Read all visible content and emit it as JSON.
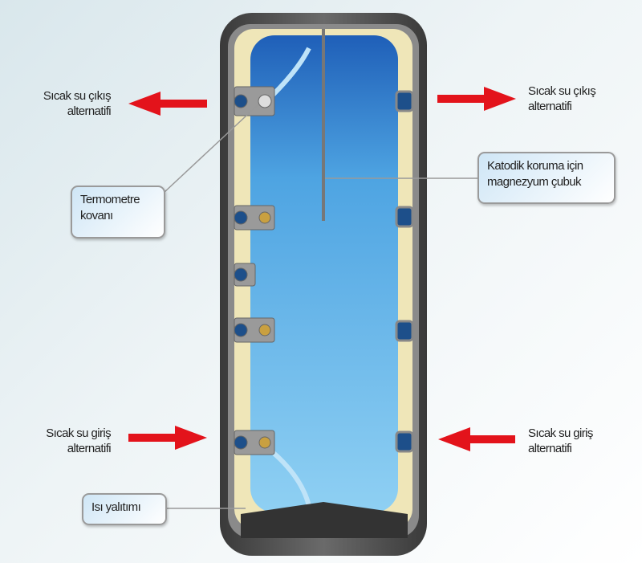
{
  "labels": {
    "top_left": {
      "line1": "Sıcak su çıkış",
      "line2": "alternatifi"
    },
    "top_right": {
      "line1": "Sıcak su çıkış",
      "line2": "alternatifi"
    },
    "bottom_left": {
      "line1": "Sıcak su giriş",
      "line2": "alternatifi"
    },
    "bottom_right": {
      "line1": "Sıcak su giriş",
      "line2": "alternatifi"
    }
  },
  "callouts": {
    "thermometer": {
      "line1": "Termometre",
      "line2": "kovanı"
    },
    "anode": {
      "line1": "Katodik koruma için",
      "line2": "magnezyum çubuk"
    },
    "insulation": {
      "line1": "Isı yalıtımı"
    }
  },
  "colors": {
    "arrow": "#e3131b",
    "shell": "#4a4a4a",
    "insulation": "#efe6b8",
    "water": "#4fa6e0"
  }
}
